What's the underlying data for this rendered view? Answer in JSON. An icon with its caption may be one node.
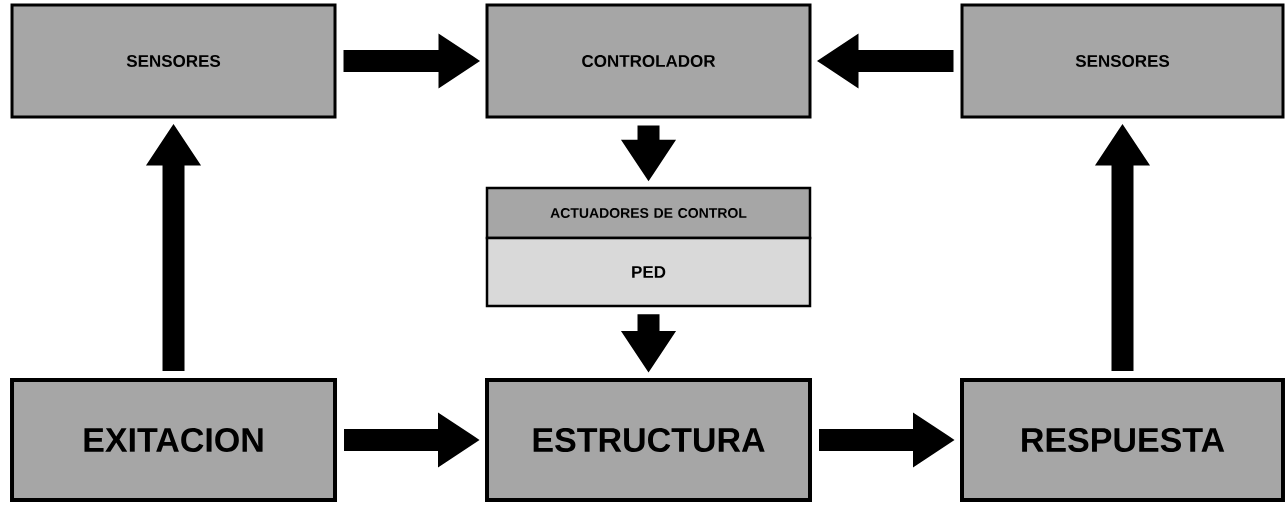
{
  "diagram": {
    "nodes": [
      {
        "text": [
          "SENSORES"
        ]
      },
      {
        "text": [
          "CONTROLADOR"
        ]
      },
      {
        "text": [
          "SENSORES"
        ]
      },
      {
        "text": [
          "ACTUADORES DE CONTROL"
        ]
      },
      {
        "text": [
          "PED"
        ]
      },
      {
        "text": [
          "EXITACION"
        ]
      },
      {
        "text": [
          "ESTRUCTURA"
        ]
      },
      {
        "text": [
          "RESPUESTA"
        ]
      }
    ],
    "edges": [
      {
        "from": 0,
        "to": 1,
        "arrow": "to"
      },
      {
        "from": 2,
        "to": 1,
        "arrow": "to"
      },
      {
        "from": 1,
        "to": 3,
        "arrow": "to"
      },
      {
        "from": 4,
        "to": 6,
        "arrow": "to"
      },
      {
        "from": 5,
        "to": 0,
        "arrow": "to"
      },
      {
        "from": 5,
        "to": 6,
        "arrow": "to"
      },
      {
        "from": 6,
        "to": 7,
        "arrow": "to"
      },
      {
        "from": 7,
        "to": 2,
        "arrow": "to"
      }
    ]
  }
}
